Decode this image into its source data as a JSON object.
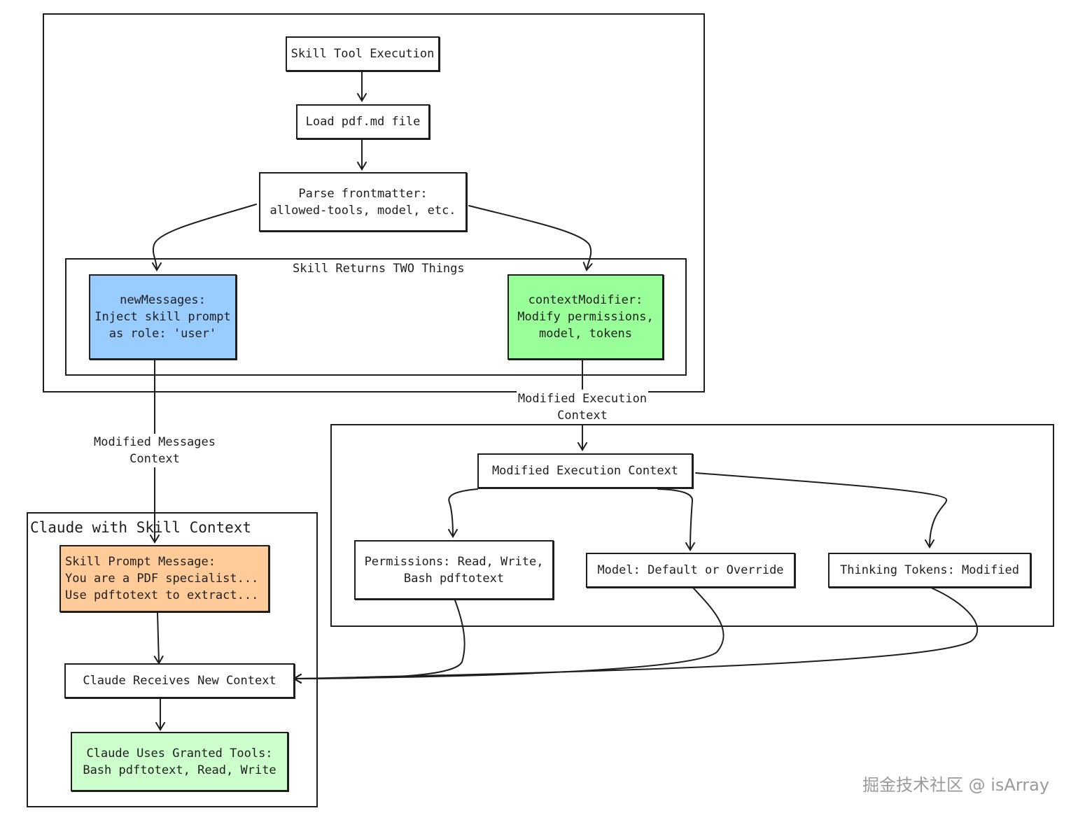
{
  "frames": {
    "skill_returns_title": "Skill Returns TWO Things",
    "claude_context_title": "Claude with Skill Context"
  },
  "nodes": {
    "skill_tool_execution": "Skill Tool Execution",
    "load_pdf": "Load pdf.md file",
    "parse_frontmatter": "Parse frontmatter:\nallowed-tools, model, etc.",
    "new_messages": "newMessages:\nInject skill prompt\nas role: 'user'",
    "context_modifier": "contextModifier:\nModify permissions,\nmodel, tokens",
    "modified_execution_context": "Modified Execution Context",
    "permissions": "Permissions: Read, Write,\nBash pdftotext",
    "model": "Model: Default or Override",
    "thinking_tokens": "Thinking Tokens: Modified",
    "skill_prompt_message": "Skill Prompt Message:\nYou are a PDF specialist...\nUse pdftotext to extract...",
    "claude_receives": "Claude Receives New Context",
    "claude_uses_tools": "Claude Uses Granted Tools:\nBash pdftotext, Read, Write"
  },
  "edge_labels": {
    "modified_messages_context": "Modified Messages\nContext",
    "modified_execution_context": "Modified Execution\nContext"
  },
  "watermark": "掘金技术社区 @ isArray",
  "colors": {
    "stroke": "#1e1e1e",
    "new_messages_fill": "#99ccff",
    "context_modifier_fill": "#99ff99",
    "skill_prompt_fill": "#ffcc99",
    "claude_uses_fill": "#ccffcc"
  }
}
